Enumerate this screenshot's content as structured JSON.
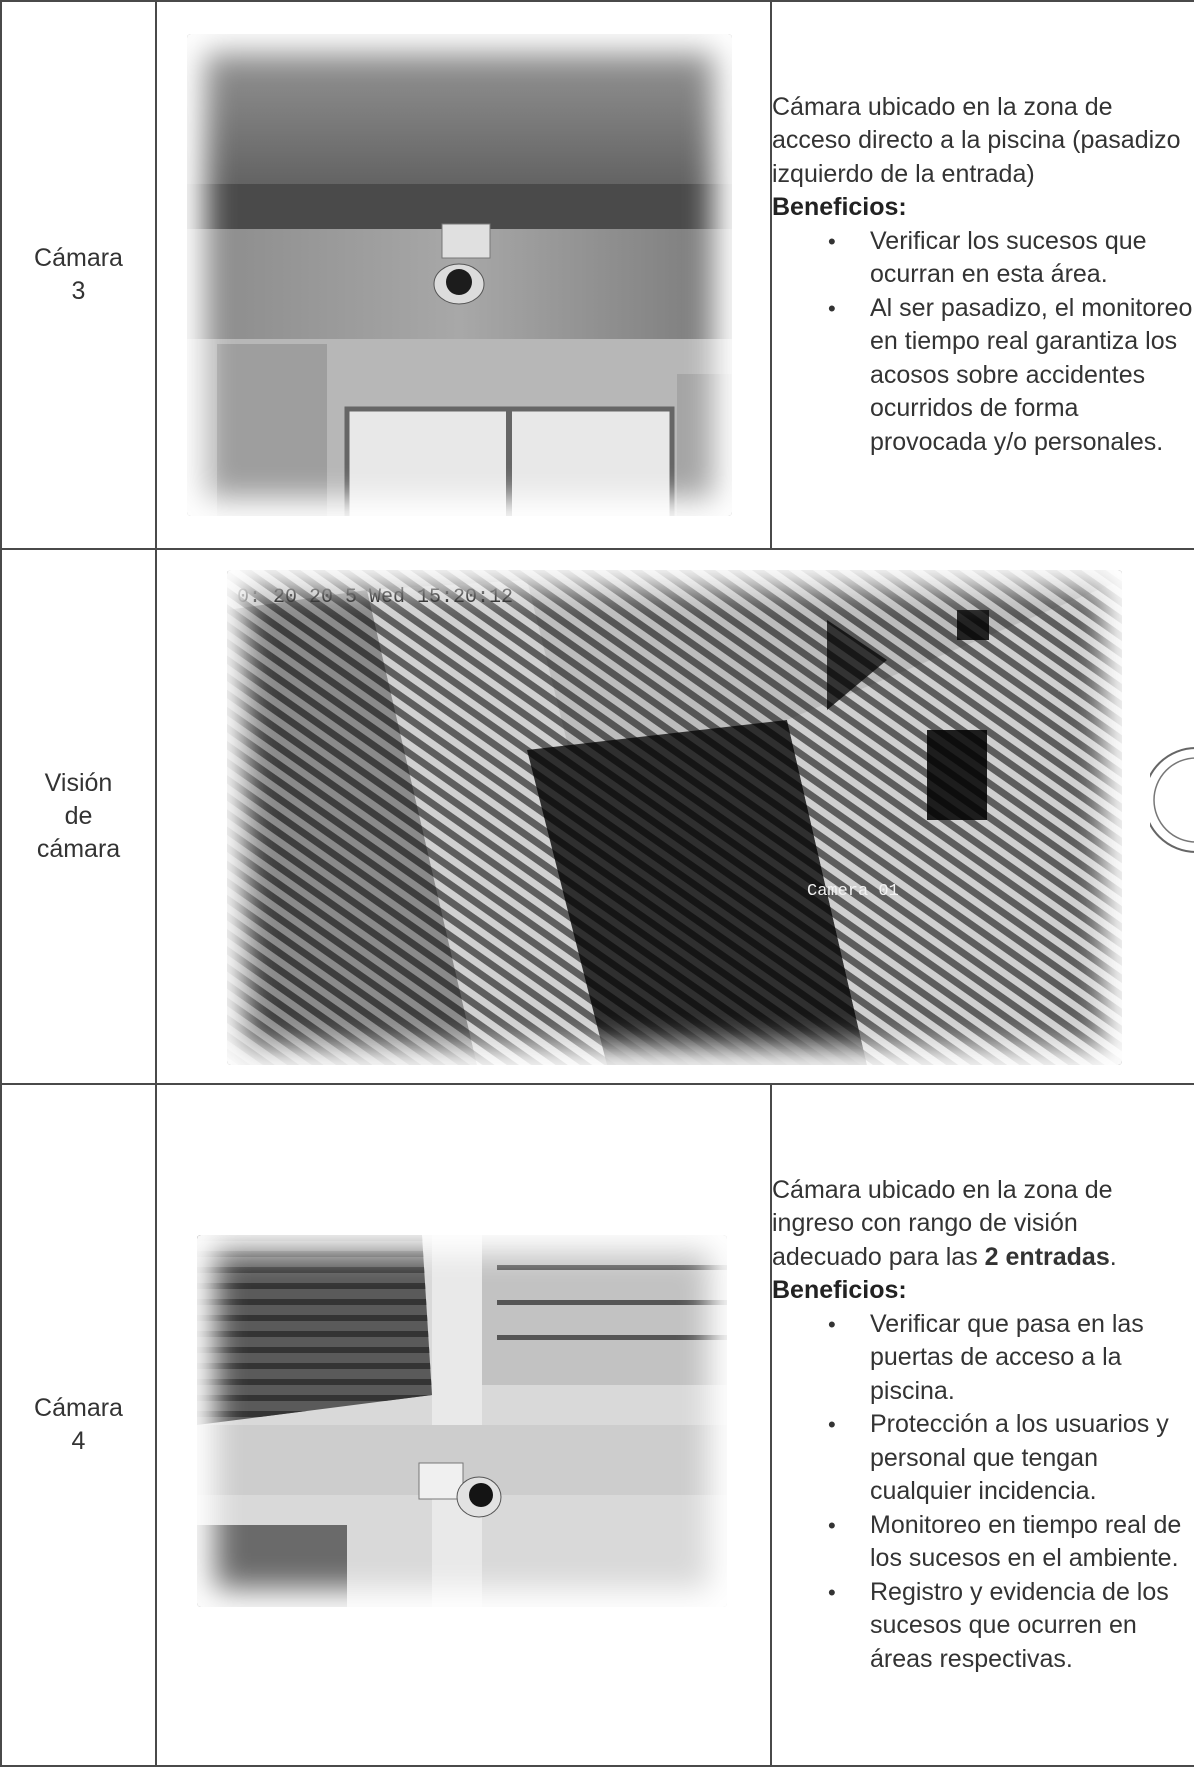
{
  "rows": [
    {
      "label_lines": [
        "Cámara",
        "3"
      ],
      "description": {
        "intro": "Cámara ubicado en la zona de acceso directo a la piscina (pasadizo izquierdo de la entrada)",
        "benefits_heading": "Beneficios:",
        "benefits": [
          "Verificar los sucesos que ocurran en esta área.",
          "Al ser pasadizo, el monitoreo en tiempo real garantiza los acosos sobre accidentes ocurridos de forma provocada y/o personales."
        ]
      }
    },
    {
      "label_lines": [
        "Visión",
        "de",
        "cámara"
      ],
      "overlay": {
        "timestamp": "0: 20 20 5 Wed 15:20:12",
        "camera_tag": "Camera 01"
      }
    },
    {
      "label_lines": [
        "Cámara",
        "4"
      ],
      "description": {
        "intro_a": "Cámara ubicado en la zona de ingreso con rango de visión adecuado para las ",
        "intro_b": "2 entradas",
        "intro_c": ".",
        "benefits_heading": "Beneficios:",
        "benefits": [
          "Verificar que pasa en las puertas de acceso a la piscina.",
          "Protección a los usuarios y personal que tengan cualquier incidencia.",
          "Monitoreo en tiempo real de los sucesos en el ambiente.",
          "Registro y evidencia de los sucesos que ocurren en áreas respectivas."
        ]
      }
    }
  ]
}
